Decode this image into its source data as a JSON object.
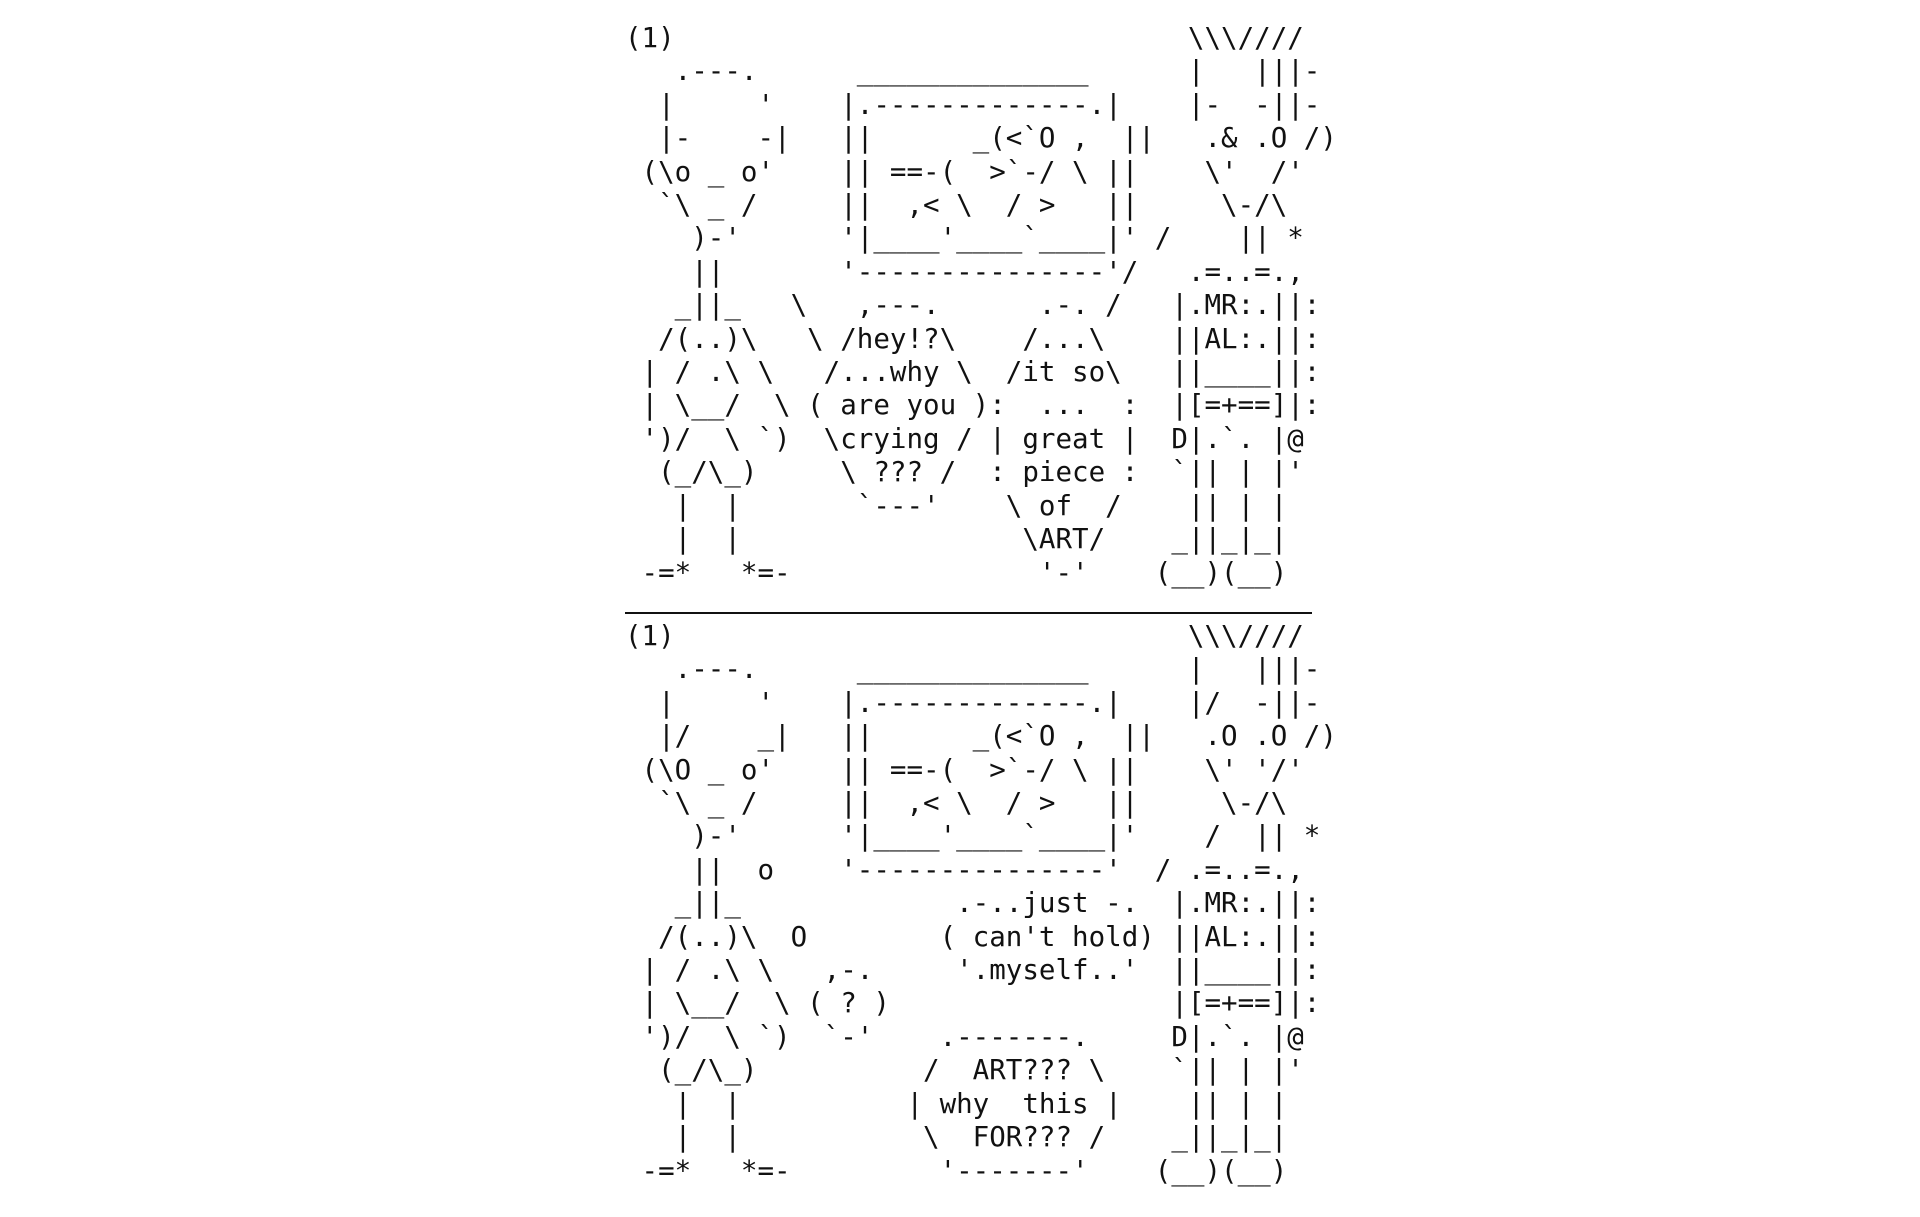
{
  "panels": [
    {
      "lines": [
        "(1)                               \\\\\\////",
        "   .---.      ______________      |   |||-",
        "  |     '    |.-------------.|    |-  -||-",
        "  |-    -|   ||      _(<`O ,  ||   .& .O /)",
        " (\\o _ o'    || ==-(  >`-/ \\ ||    \\'  /'",
        "  `\\ _ /     ||  ,< \\  / >   ||     \\-/\\",
        "    )-'      '|____'____`____|' /    || *",
        "    ||       '---------------'/   .=..=.,",
        "   _||_   \\   ,---.      .-. /   |.MR:.||:",
        "  /(..)\\   \\ /hey!?\\    /...\\    ||AL:.||:",
        " | / .\\ \\   /...why \\  /it so\\   ||____||:",
        " | \\__/  \\ ( are you ):  ...  :  |[=+==]|:",
        " ')/  \\ `)  \\crying / | great |  D|.`. |@",
        "  (_/\\_)     \\ ??? /  : piece :  `|| | |'",
        "   |  |       `---'    \\ of  /    || | |",
        "   |  |                 \\ART/    _||_|_|",
        " -=*   *=-               '-'    (__)(__)"
      ]
    },
    {
      "lines": [
        "(1)                               \\\\\\////",
        "   .---.      ______________      |   |||-",
        "  |     '    |.-------------.|    |/  -||-",
        "  |/    _|   ||      _(<`O ,  ||   .O .O /)",
        " (\\O _ o'    || ==-(  >`-/ \\ ||    \\' '/'",
        "  `\\ _ /     ||  ,< \\  / >   ||     \\-/\\",
        "    )-'      '|____'____`____|'    /  || *",
        "    ||  o    '---------------'  / .=..=.,",
        "   _||_             .-..just -.  |.MR:.||:",
        "  /(..)\\  O        ( can't hold) ||AL:.||:",
        " | / .\\ \\   ,-.     '.myself..'  ||____||:",
        " | \\__/  \\ ( ? )                 |[=+==]|:",
        " ')/  \\ `)  `-'    .-------.     D|.`. |@",
        "  (_/\\_)          /  ART??? \\    `|| | |'",
        "   |  |          | why  this |    || | |",
        "   |  |           \\  FOR??? /    _||_|_|",
        " -=*   *=-         '-------'    (__)(__)"
      ]
    }
  ]
}
